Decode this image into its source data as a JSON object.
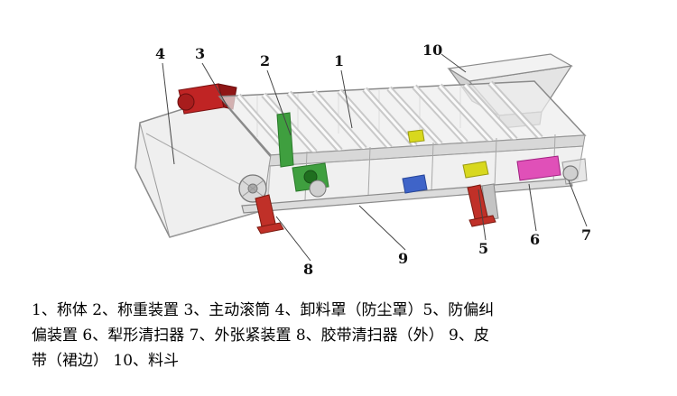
{
  "callouts": [
    "1",
    "2",
    "3",
    "4",
    "5",
    "6",
    "7",
    "8",
    "9",
    "10"
  ],
  "parts": [
    {
      "num": "1",
      "name": "称体"
    },
    {
      "num": "2",
      "name": "称重装置"
    },
    {
      "num": "3",
      "name": "主动滚筒"
    },
    {
      "num": "4",
      "name": "卸料罩（防尘罩）"
    },
    {
      "num": "5",
      "name": "防偏纠偏装置"
    },
    {
      "num": "6",
      "name": "犁形清扫器"
    },
    {
      "num": "7",
      "name": "外张紧装置"
    },
    {
      "num": "8",
      "name": "胶带清扫器（外）"
    },
    {
      "num": "9",
      "name": "皮带（裙边）"
    },
    {
      "num": "10",
      "name": "料斗"
    }
  ],
  "caption": {
    "lines": [
      "1、称体 2、称重装置 3、主动滚筒 4、卸料罩（防尘罩）5、防偏纠",
      "偏装置 6、犁形清扫器 7、外张紧装置 8、胶带清扫器（外） 9、皮",
      "带（裙边） 10、料斗"
    ]
  },
  "colors": {
    "motor_red": "#c02424",
    "motor_red_dark": "#8f1616",
    "support_red": "#c03028",
    "weigher_green": "#3f9f3f",
    "weigher_green_dark": "#1f6f1f",
    "cleaner_yellow": "#d8d81e",
    "tension_pink": "#e050b8",
    "sensor_blue": "#3f64c8",
    "frame_stroke": "#8a8a8a"
  }
}
